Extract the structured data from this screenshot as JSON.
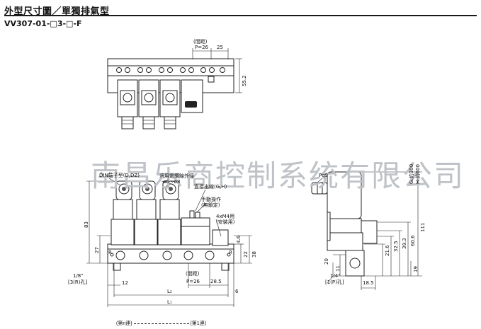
{
  "header": {
    "title": "外型尺寸圖／單獨排氣型",
    "model": "VV307-01-□3-□-F"
  },
  "watermark": "南昌乐商控制系统有限公司",
  "top_view": {
    "pitch_note": "(間距)",
    "pitch": "P=26",
    "end": "25",
    "height": "55.2"
  },
  "front_view": {
    "din_label": "DIN端子型(D,DZ)",
    "cable_label": "適用電纜線外徑",
    "cable_size": "ø6～ø8",
    "direct_label": "直接出線(G,H)",
    "manual_label": "手動操作",
    "manual_sub": "(無鎖定)",
    "mount_label": "4xM4用",
    "mount_sub": "(安裝用)",
    "dim_83": "83",
    "dim_27": "27",
    "dim_46": "4.6",
    "dim_22": "22",
    "dim_38": "38",
    "port_r1": "R",
    "port_r2": "R",
    "port_note": "1/8\"",
    "port_sub": "[3(R)孔]",
    "dim_12": "12",
    "pitch_note": "(間距)",
    "pitch": "P=26",
    "dim_285": "28.5",
    "dim_l2": "L₂",
    "dim_l1": "L₁",
    "dim_6": "6"
  },
  "side_view": {
    "pg": "Pg9",
    "lead_g": "G:約300",
    "lead_h": "H:約600",
    "dim_111": "111",
    "dim_606": "60.6",
    "dim_393": "39.3",
    "dim_325": "32.5",
    "dim_216": "21.6",
    "dim_11": "11",
    "dim_20": "20",
    "dim_19": "19",
    "port_note": "1/4\"",
    "port_sub": "[1(P)孔]",
    "dim_185": "18.5"
  },
  "bottom_table": {
    "left": "(第n連)",
    "right": "(第1連)"
  }
}
